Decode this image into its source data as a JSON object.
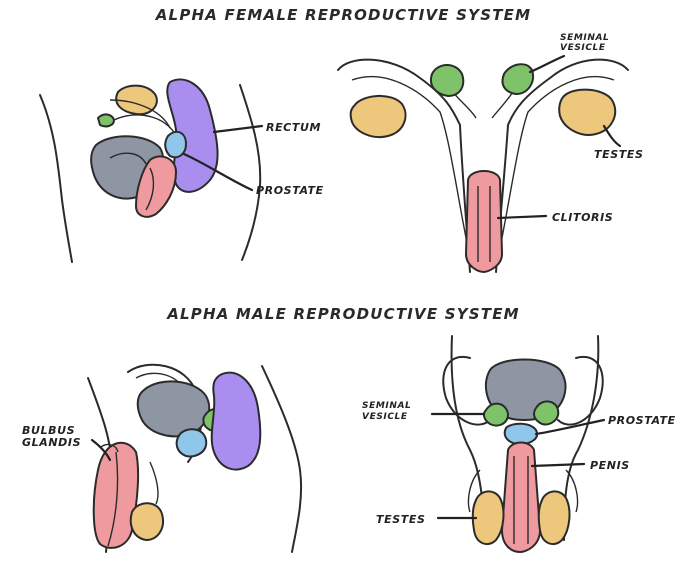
{
  "titles": {
    "female": "ALPHA FEMALE REPRODUCTIVE SYSTEM",
    "male": "ALPHA MALE REPRODUCTIVE SYSTEM"
  },
  "labels": {
    "female_side": {
      "rectum": "RECTUM",
      "prostate": "PROSTATE"
    },
    "female_front": {
      "seminal_line1": "SEMINAL",
      "seminal_line2": "VESICLE",
      "testes": "TESTES",
      "clitoris": "CLITORIS"
    },
    "male_side": {
      "bulbus_line1": "BULBUS",
      "bulbus_line2": "GLANDIS"
    },
    "male_front": {
      "seminal_line1": "SEMINAL",
      "seminal_line2": "VESICLE",
      "prostate": "PROSTATE",
      "penis": "PENIS",
      "testes": "TESTES"
    }
  },
  "colors": {
    "rectum": "#a98ef0",
    "prostate": "#8fc6ea",
    "seminal_vesicle": "#7ec36a",
    "testes": "#ecc77c",
    "erectile": "#ef9a9e",
    "bladder": "#8e96a4"
  }
}
